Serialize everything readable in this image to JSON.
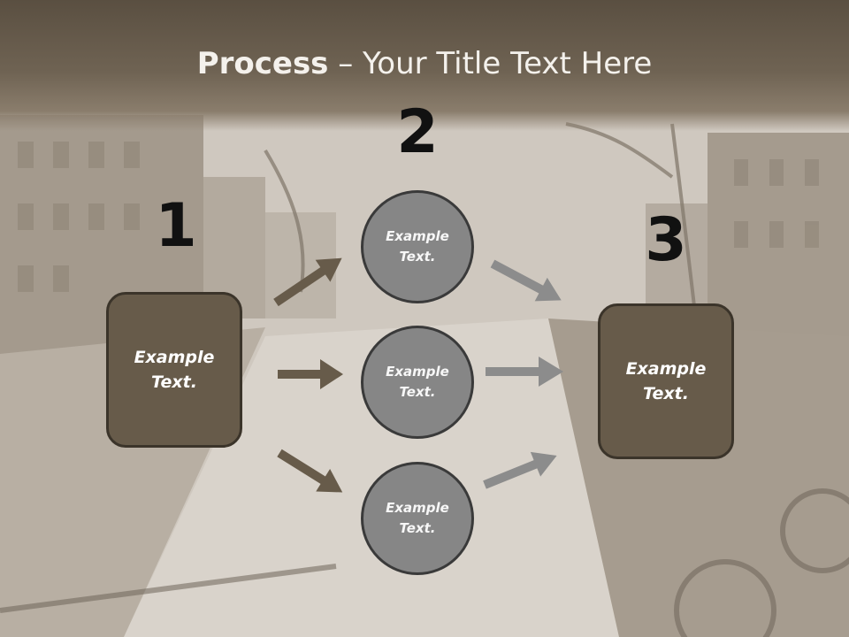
{
  "slide": {
    "title_bold": "Process",
    "title_rest": " – Your Title Text Here"
  },
  "steps": {
    "step1": {
      "number": "1",
      "text": "Example Text."
    },
    "step2": {
      "number": "2"
    },
    "step3": {
      "number": "3",
      "text": "Example Text."
    }
  },
  "circles": [
    {
      "text": "Example Text."
    },
    {
      "text": "Example Text."
    },
    {
      "text": "Example Text."
    }
  ],
  "colors": {
    "title_band": "#5a4f41",
    "box_fill": "#675b4a",
    "circle_fill": "#868686",
    "arrow_left": "#675b4a",
    "arrow_right": "#8c8c8c"
  },
  "background": "sepia-canal-photo"
}
